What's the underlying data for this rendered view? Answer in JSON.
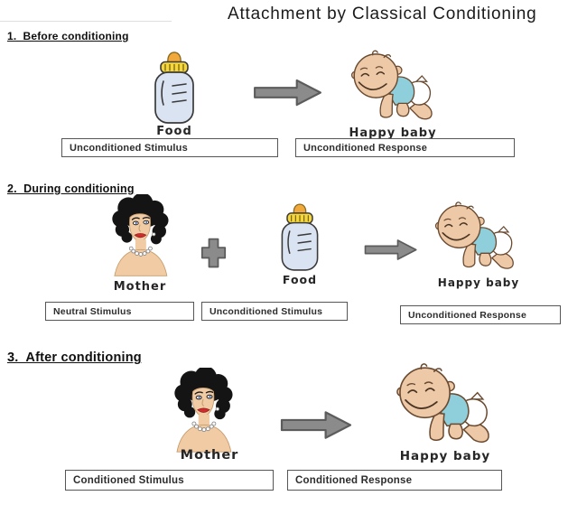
{
  "title": "Attachment by Classical Conditioning",
  "sections": {
    "before": {
      "heading": "1.  Before conditioning",
      "stimulus_label": "Food",
      "response_label": "Happy baby",
      "stimulus_box": "Unconditioned Stimulus",
      "response_box": "Unconditioned Response"
    },
    "during": {
      "heading": "2.  During conditioning",
      "neutral_label": "Mother",
      "stimulus_label": "Food",
      "response_label": "Happy baby",
      "neutral_box": "Neutral Stimulus",
      "stimulus_box": "Unconditioned Stimulus",
      "response_box": "Unconditioned Response"
    },
    "after": {
      "heading": "3.  After conditioning",
      "stimulus_label": "Mother",
      "response_label": "Happy baby",
      "stimulus_box": "Conditioned Stimulus",
      "response_box": "Conditioned Response"
    }
  },
  "icons": {
    "bottle": "baby-bottle-icon",
    "mother": "mother-portrait-icon",
    "baby": "happy-baby-icon",
    "arrow": "right-arrow-icon",
    "plus": "plus-icon"
  },
  "colors": {
    "arrow_gray": "#8b8b8b",
    "arrow_outline": "#5c5c5c",
    "bottle_cap_yellow": "#f5d63b",
    "bottle_nipple_orange": "#f2a93b",
    "bottle_body_blue": "#dae3f1",
    "baby_shirt_blue": "#8ecfdb",
    "skin_tone": "#edc9a7",
    "lips_red": "#ce2b2b",
    "hair_black": "#141414",
    "box_border": "#565656",
    "text_dark": "#1b1b1b"
  }
}
